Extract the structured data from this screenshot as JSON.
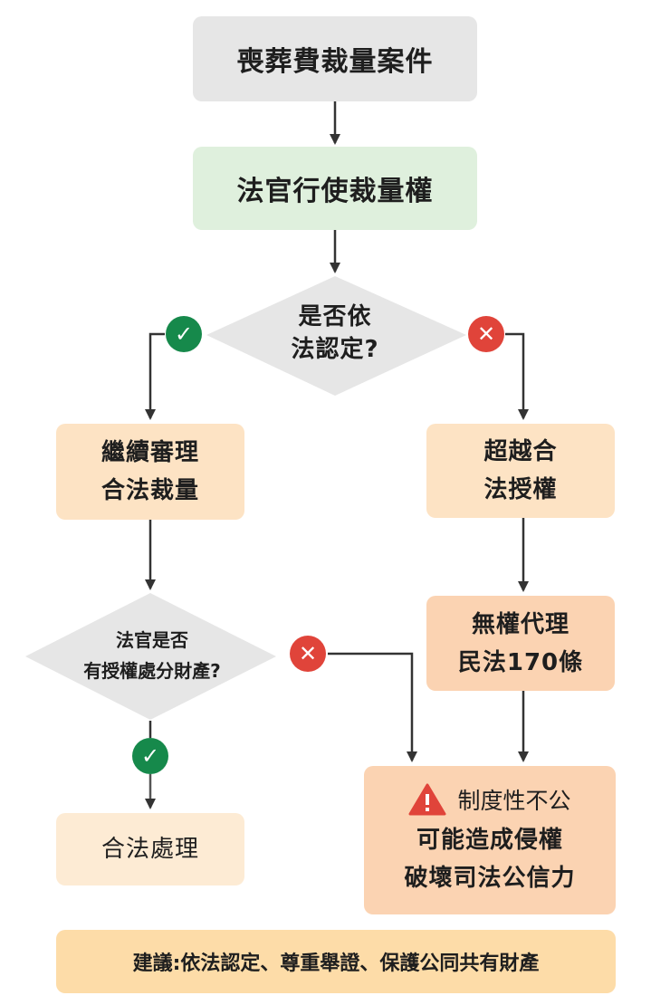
{
  "nodes": {
    "start": "喪葬費裁量案件",
    "discretion": "法官行使裁量權",
    "q1": [
      "是否依",
      "法認定?"
    ],
    "continue": [
      "繼續審理",
      "合法裁量"
    ],
    "exceed": [
      "超越合",
      "法授權"
    ],
    "q2": [
      "法官是否",
      "有授權處分財產?"
    ],
    "unauthorized": [
      "無權代理",
      "民法170條"
    ],
    "legal": "合法處理",
    "unfair_title": "制度性不公",
    "unfair_lines": [
      "可能造成侵權",
      "破壞司法公信力"
    ],
    "advice": "建議:依法認定、尊重舉證、保護公同共有財產"
  },
  "icons": {
    "yes": "check-icon",
    "no": "cross-icon",
    "warning": "warning-icon"
  },
  "colors": {
    "yes": "#16894b",
    "no": "#e0443a",
    "warning": "#e0443a"
  }
}
